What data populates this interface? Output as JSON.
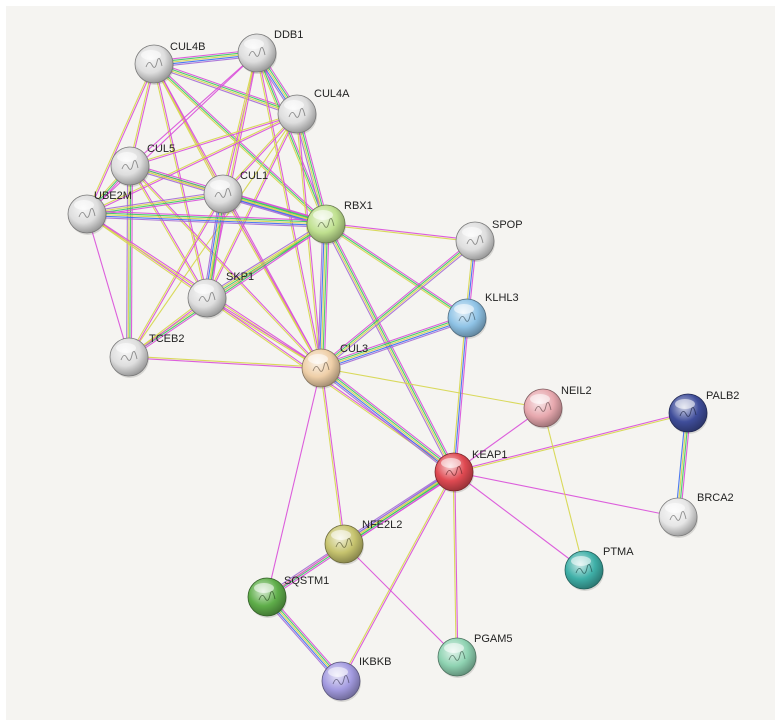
{
  "nodes": [
    {
      "id": "CUL4B",
      "label": "CUL4B",
      "color": "#dedede"
    },
    {
      "id": "DDB1",
      "label": "DDB1",
      "color": "#dedede"
    },
    {
      "id": "CUL4A",
      "label": "CUL4A",
      "color": "#dedede"
    },
    {
      "id": "CUL5",
      "label": "CUL5",
      "color": "#dedede"
    },
    {
      "id": "CUL1",
      "label": "CUL1",
      "color": "#dedede"
    },
    {
      "id": "UBE2M",
      "label": "UBE2M",
      "color": "#dedede"
    },
    {
      "id": "RBX1",
      "label": "RBX1",
      "color": "#bfe08f"
    },
    {
      "id": "SPOP",
      "label": "SPOP",
      "color": "#dedede"
    },
    {
      "id": "SKP1",
      "label": "SKP1",
      "color": "#dedede"
    },
    {
      "id": "KLHL3",
      "label": "KLHL3",
      "color": "#8fc3e6"
    },
    {
      "id": "TCEB2",
      "label": "TCEB2",
      "color": "#dedede"
    },
    {
      "id": "CUL3",
      "label": "CUL3",
      "color": "#efcfa8"
    },
    {
      "id": "NEIL2",
      "label": "NEIL2",
      "color": "#e7a8ae"
    },
    {
      "id": "PALB2",
      "label": "PALB2",
      "color": "#3f4d9a"
    },
    {
      "id": "KEAP1",
      "label": "KEAP1",
      "color": "#e04a52"
    },
    {
      "id": "BRCA2",
      "label": "BRCA2",
      "color": "#e6e6e6"
    },
    {
      "id": "NFE2L2",
      "label": "NFE2L2",
      "color": "#c6c36e"
    },
    {
      "id": "SQSTM1",
      "label": "SQSTM1",
      "color": "#5fae4a"
    },
    {
      "id": "PTMA",
      "label": "PTMA",
      "color": "#3fb0a8"
    },
    {
      "id": "PGAM5",
      "label": "PGAM5",
      "color": "#8fd3b2"
    },
    {
      "id": "IKBKB",
      "label": "IKBKB",
      "color": "#a39be0"
    }
  ],
  "edges": [
    {
      "source": "CUL4B",
      "target": "DDB1",
      "evidence": [
        "m",
        "g",
        "y",
        "b",
        "p"
      ]
    },
    {
      "source": "CUL4B",
      "target": "CUL4A",
      "evidence": [
        "m",
        "g",
        "y",
        "p"
      ]
    },
    {
      "source": "CUL4B",
      "target": "CUL5",
      "evidence": [
        "m",
        "y"
      ]
    },
    {
      "source": "CUL4B",
      "target": "CUL1",
      "evidence": [
        "m",
        "y"
      ]
    },
    {
      "source": "CUL4B",
      "target": "UBE2M",
      "evidence": [
        "m",
        "y"
      ]
    },
    {
      "source": "CUL4B",
      "target": "RBX1",
      "evidence": [
        "m",
        "g",
        "y"
      ]
    },
    {
      "source": "CUL4B",
      "target": "SKP1",
      "evidence": [
        "m",
        "y"
      ]
    },
    {
      "source": "CUL4B",
      "target": "CUL3",
      "evidence": [
        "m",
        "y"
      ]
    },
    {
      "source": "DDB1",
      "target": "CUL4A",
      "evidence": [
        "m",
        "g",
        "y",
        "b",
        "p"
      ]
    },
    {
      "source": "DDB1",
      "target": "RBX1",
      "evidence": [
        "m",
        "g",
        "y"
      ]
    },
    {
      "source": "DDB1",
      "target": "UBE2M",
      "evidence": [
        "m"
      ]
    },
    {
      "source": "DDB1",
      "target": "CUL5",
      "evidence": [
        "m"
      ]
    },
    {
      "source": "DDB1",
      "target": "CUL1",
      "evidence": [
        "m",
        "y"
      ]
    },
    {
      "source": "DDB1",
      "target": "SKP1",
      "evidence": [
        "m",
        "y"
      ]
    },
    {
      "source": "DDB1",
      "target": "CUL3",
      "evidence": [
        "m",
        "y"
      ]
    },
    {
      "source": "CUL4A",
      "target": "RBX1",
      "evidence": [
        "m",
        "g",
        "y",
        "p"
      ]
    },
    {
      "source": "CUL4A",
      "target": "CUL5",
      "evidence": [
        "m",
        "y"
      ]
    },
    {
      "source": "CUL4A",
      "target": "CUL1",
      "evidence": [
        "m",
        "y"
      ]
    },
    {
      "source": "CUL4A",
      "target": "UBE2M",
      "evidence": [
        "m",
        "y"
      ]
    },
    {
      "source": "CUL4A",
      "target": "SKP1",
      "evidence": [
        "m",
        "y"
      ]
    },
    {
      "source": "CUL4A",
      "target": "CUL3",
      "evidence": [
        "m",
        "y"
      ]
    },
    {
      "source": "CUL4A",
      "target": "TCEB2",
      "evidence": [
        "y"
      ]
    },
    {
      "source": "CUL5",
      "target": "UBE2M",
      "evidence": [
        "m",
        "g",
        "y"
      ]
    },
    {
      "source": "CUL5",
      "target": "CUL1",
      "evidence": [
        "m",
        "y"
      ]
    },
    {
      "source": "CUL5",
      "target": "RBX1",
      "evidence": [
        "m",
        "g",
        "y",
        "p"
      ]
    },
    {
      "source": "CUL5",
      "target": "SKP1",
      "evidence": [
        "m",
        "y"
      ]
    },
    {
      "source": "CUL5",
      "target": "TCEB2",
      "evidence": [
        "m",
        "g",
        "y",
        "p"
      ]
    },
    {
      "source": "CUL5",
      "target": "CUL3",
      "evidence": [
        "m",
        "y"
      ]
    },
    {
      "source": "CUL1",
      "target": "UBE2M",
      "evidence": [
        "m",
        "g",
        "y",
        "p"
      ]
    },
    {
      "source": "CUL1",
      "target": "RBX1",
      "evidence": [
        "m",
        "g",
        "y",
        "b",
        "p"
      ]
    },
    {
      "source": "CUL1",
      "target": "SKP1",
      "evidence": [
        "m",
        "g",
        "y",
        "b",
        "p"
      ]
    },
    {
      "source": "CUL1",
      "target": "CUL3",
      "evidence": [
        "m",
        "y"
      ]
    },
    {
      "source": "CUL1",
      "target": "TCEB2",
      "evidence": [
        "m",
        "y"
      ]
    },
    {
      "source": "UBE2M",
      "target": "RBX1",
      "evidence": [
        "m",
        "g",
        "y",
        "b",
        "p"
      ]
    },
    {
      "source": "UBE2M",
      "target": "SKP1",
      "evidence": [
        "m",
        "y"
      ]
    },
    {
      "source": "UBE2M",
      "target": "TCEB2",
      "evidence": [
        "m"
      ]
    },
    {
      "source": "UBE2M",
      "target": "CUL3",
      "evidence": [
        "m",
        "y"
      ]
    },
    {
      "source": "RBX1",
      "target": "SKP1",
      "evidence": [
        "m",
        "g",
        "y",
        "p"
      ]
    },
    {
      "source": "RBX1",
      "target": "CUL3",
      "evidence": [
        "m",
        "g",
        "y",
        "b",
        "p"
      ]
    },
    {
      "source": "RBX1",
      "target": "SPOP",
      "evidence": [
        "m",
        "y"
      ]
    },
    {
      "source": "RBX1",
      "target": "KLHL3",
      "evidence": [
        "m",
        "g",
        "y"
      ]
    },
    {
      "source": "RBX1",
      "target": "KEAP1",
      "evidence": [
        "m",
        "g",
        "y",
        "p"
      ]
    },
    {
      "source": "RBX1",
      "target": "TCEB2",
      "evidence": [
        "m",
        "g",
        "y"
      ]
    },
    {
      "source": "SKP1",
      "target": "CUL3",
      "evidence": [
        "m",
        "y"
      ]
    },
    {
      "source": "SKP1",
      "target": "TCEB2",
      "evidence": [
        "m",
        "y"
      ]
    },
    {
      "source": "SKP1",
      "target": "KEAP1",
      "evidence": [
        "m",
        "y"
      ]
    },
    {
      "source": "CUL3",
      "target": "SPOP",
      "evidence": [
        "m",
        "g",
        "y",
        "p"
      ]
    },
    {
      "source": "CUL3",
      "target": "KLHL3",
      "evidence": [
        "m",
        "g",
        "y",
        "b",
        "p"
      ]
    },
    {
      "source": "CUL3",
      "target": "KEAP1",
      "evidence": [
        "m",
        "g",
        "y",
        "b",
        "p"
      ]
    },
    {
      "source": "CUL3",
      "target": "TCEB2",
      "evidence": [
        "m",
        "y"
      ]
    },
    {
      "source": "CUL3",
      "target": "NEIL2",
      "evidence": [
        "y"
      ]
    },
    {
      "source": "CUL3",
      "target": "NFE2L2",
      "evidence": [
        "m",
        "y"
      ]
    },
    {
      "source": "CUL3",
      "target": "SQSTM1",
      "evidence": [
        "m"
      ]
    },
    {
      "source": "SPOP",
      "target": "KLHL3",
      "evidence": [
        "m",
        "b",
        "y"
      ]
    },
    {
      "source": "KLHL3",
      "target": "KEAP1",
      "evidence": [
        "m",
        "b",
        "y"
      ]
    },
    {
      "source": "KEAP1",
      "target": "NEIL2",
      "evidence": [
        "m"
      ]
    },
    {
      "source": "KEAP1",
      "target": "PALB2",
      "evidence": [
        "m",
        "y"
      ]
    },
    {
      "source": "KEAP1",
      "target": "BRCA2",
      "evidence": [
        "m"
      ]
    },
    {
      "source": "KEAP1",
      "target": "PTMA",
      "evidence": [
        "m"
      ]
    },
    {
      "source": "KEAP1",
      "target": "NFE2L2",
      "evidence": [
        "m",
        "g",
        "y",
        "b",
        "p"
      ]
    },
    {
      "source": "KEAP1",
      "target": "SQSTM1",
      "evidence": [
        "m",
        "g",
        "y",
        "p"
      ]
    },
    {
      "source": "KEAP1",
      "target": "PGAM5",
      "evidence": [
        "m",
        "y"
      ]
    },
    {
      "source": "KEAP1",
      "target": "IKBKB",
      "evidence": [
        "m",
        "y"
      ]
    },
    {
      "source": "NEIL2",
      "target": "PTMA",
      "evidence": [
        "y"
      ]
    },
    {
      "source": "PALB2",
      "target": "BRCA2",
      "evidence": [
        "m",
        "g",
        "y",
        "b"
      ]
    },
    {
      "source": "NFE2L2",
      "target": "SQSTM1",
      "evidence": [
        "m"
      ]
    },
    {
      "source": "NFE2L2",
      "target": "PGAM5",
      "evidence": [
        "m"
      ]
    },
    {
      "source": "SQSTM1",
      "target": "IKBKB",
      "evidence": [
        "m",
        "g",
        "y",
        "b",
        "p"
      ]
    }
  ],
  "evidence_colors": {
    "m": "#d94ed9",
    "g": "#39c95f",
    "y": "#d6d64a",
    "b": "#3b6cf0",
    "p": "#a56bd6"
  }
}
